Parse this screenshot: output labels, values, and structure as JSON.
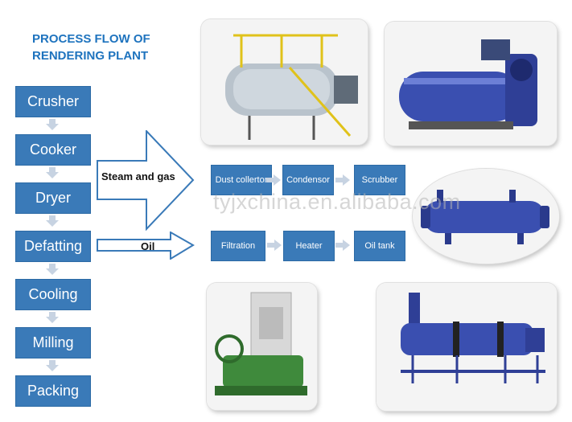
{
  "title": [
    "PROCESS FLOW OF",
    "RENDERING PLANT"
  ],
  "steps": [
    "Crusher",
    "Cooker",
    "Dryer",
    "Defatting",
    "Cooling",
    "Milling",
    "Packing"
  ],
  "branches": {
    "gas": {
      "label": "Steam and gas",
      "stages": [
        "Dust collertor",
        "Condensor",
        "Scrubber"
      ]
    },
    "oil": {
      "label": "Oil",
      "stages": [
        "Filtration",
        "Heater",
        "Oil tank"
      ]
    }
  },
  "watermark": "tyjxchina.en.alibaba.com",
  "colors": {
    "box": "#3a7ab8",
    "title": "#1e73be",
    "arrow": "#c7d3e2",
    "machine": "#3a4fb0"
  }
}
